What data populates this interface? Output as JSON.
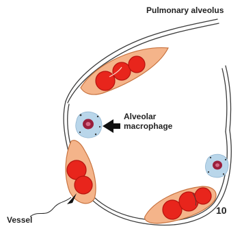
{
  "labels": {
    "pulmonary_alveolus": "Pulmonary alveolus",
    "alveolar_macrophage_line1": "Alveolar",
    "alveolar_macrophage_line2": "macrophage",
    "vessel": "Vessel",
    "figure_number": "10"
  },
  "colors": {
    "red_blood_cell": "#e8251c",
    "red_blood_cell_edge": "#b5140e",
    "capillary_fill": "#f4b48a",
    "capillary_edge": "#c8733f",
    "wall_line": "#3a3a3a",
    "macrophage_halo": "#b9d6ea",
    "macrophage_nucleus": "#9a1f3c",
    "text": "#222222"
  },
  "components": [
    "alveolar-wall",
    "capillary-top",
    "capillary-left",
    "capillary-bottom",
    "alveolar-macrophage-left",
    "alveolar-macrophage-right",
    "macrophage-arrow",
    "vessel-pointer"
  ]
}
